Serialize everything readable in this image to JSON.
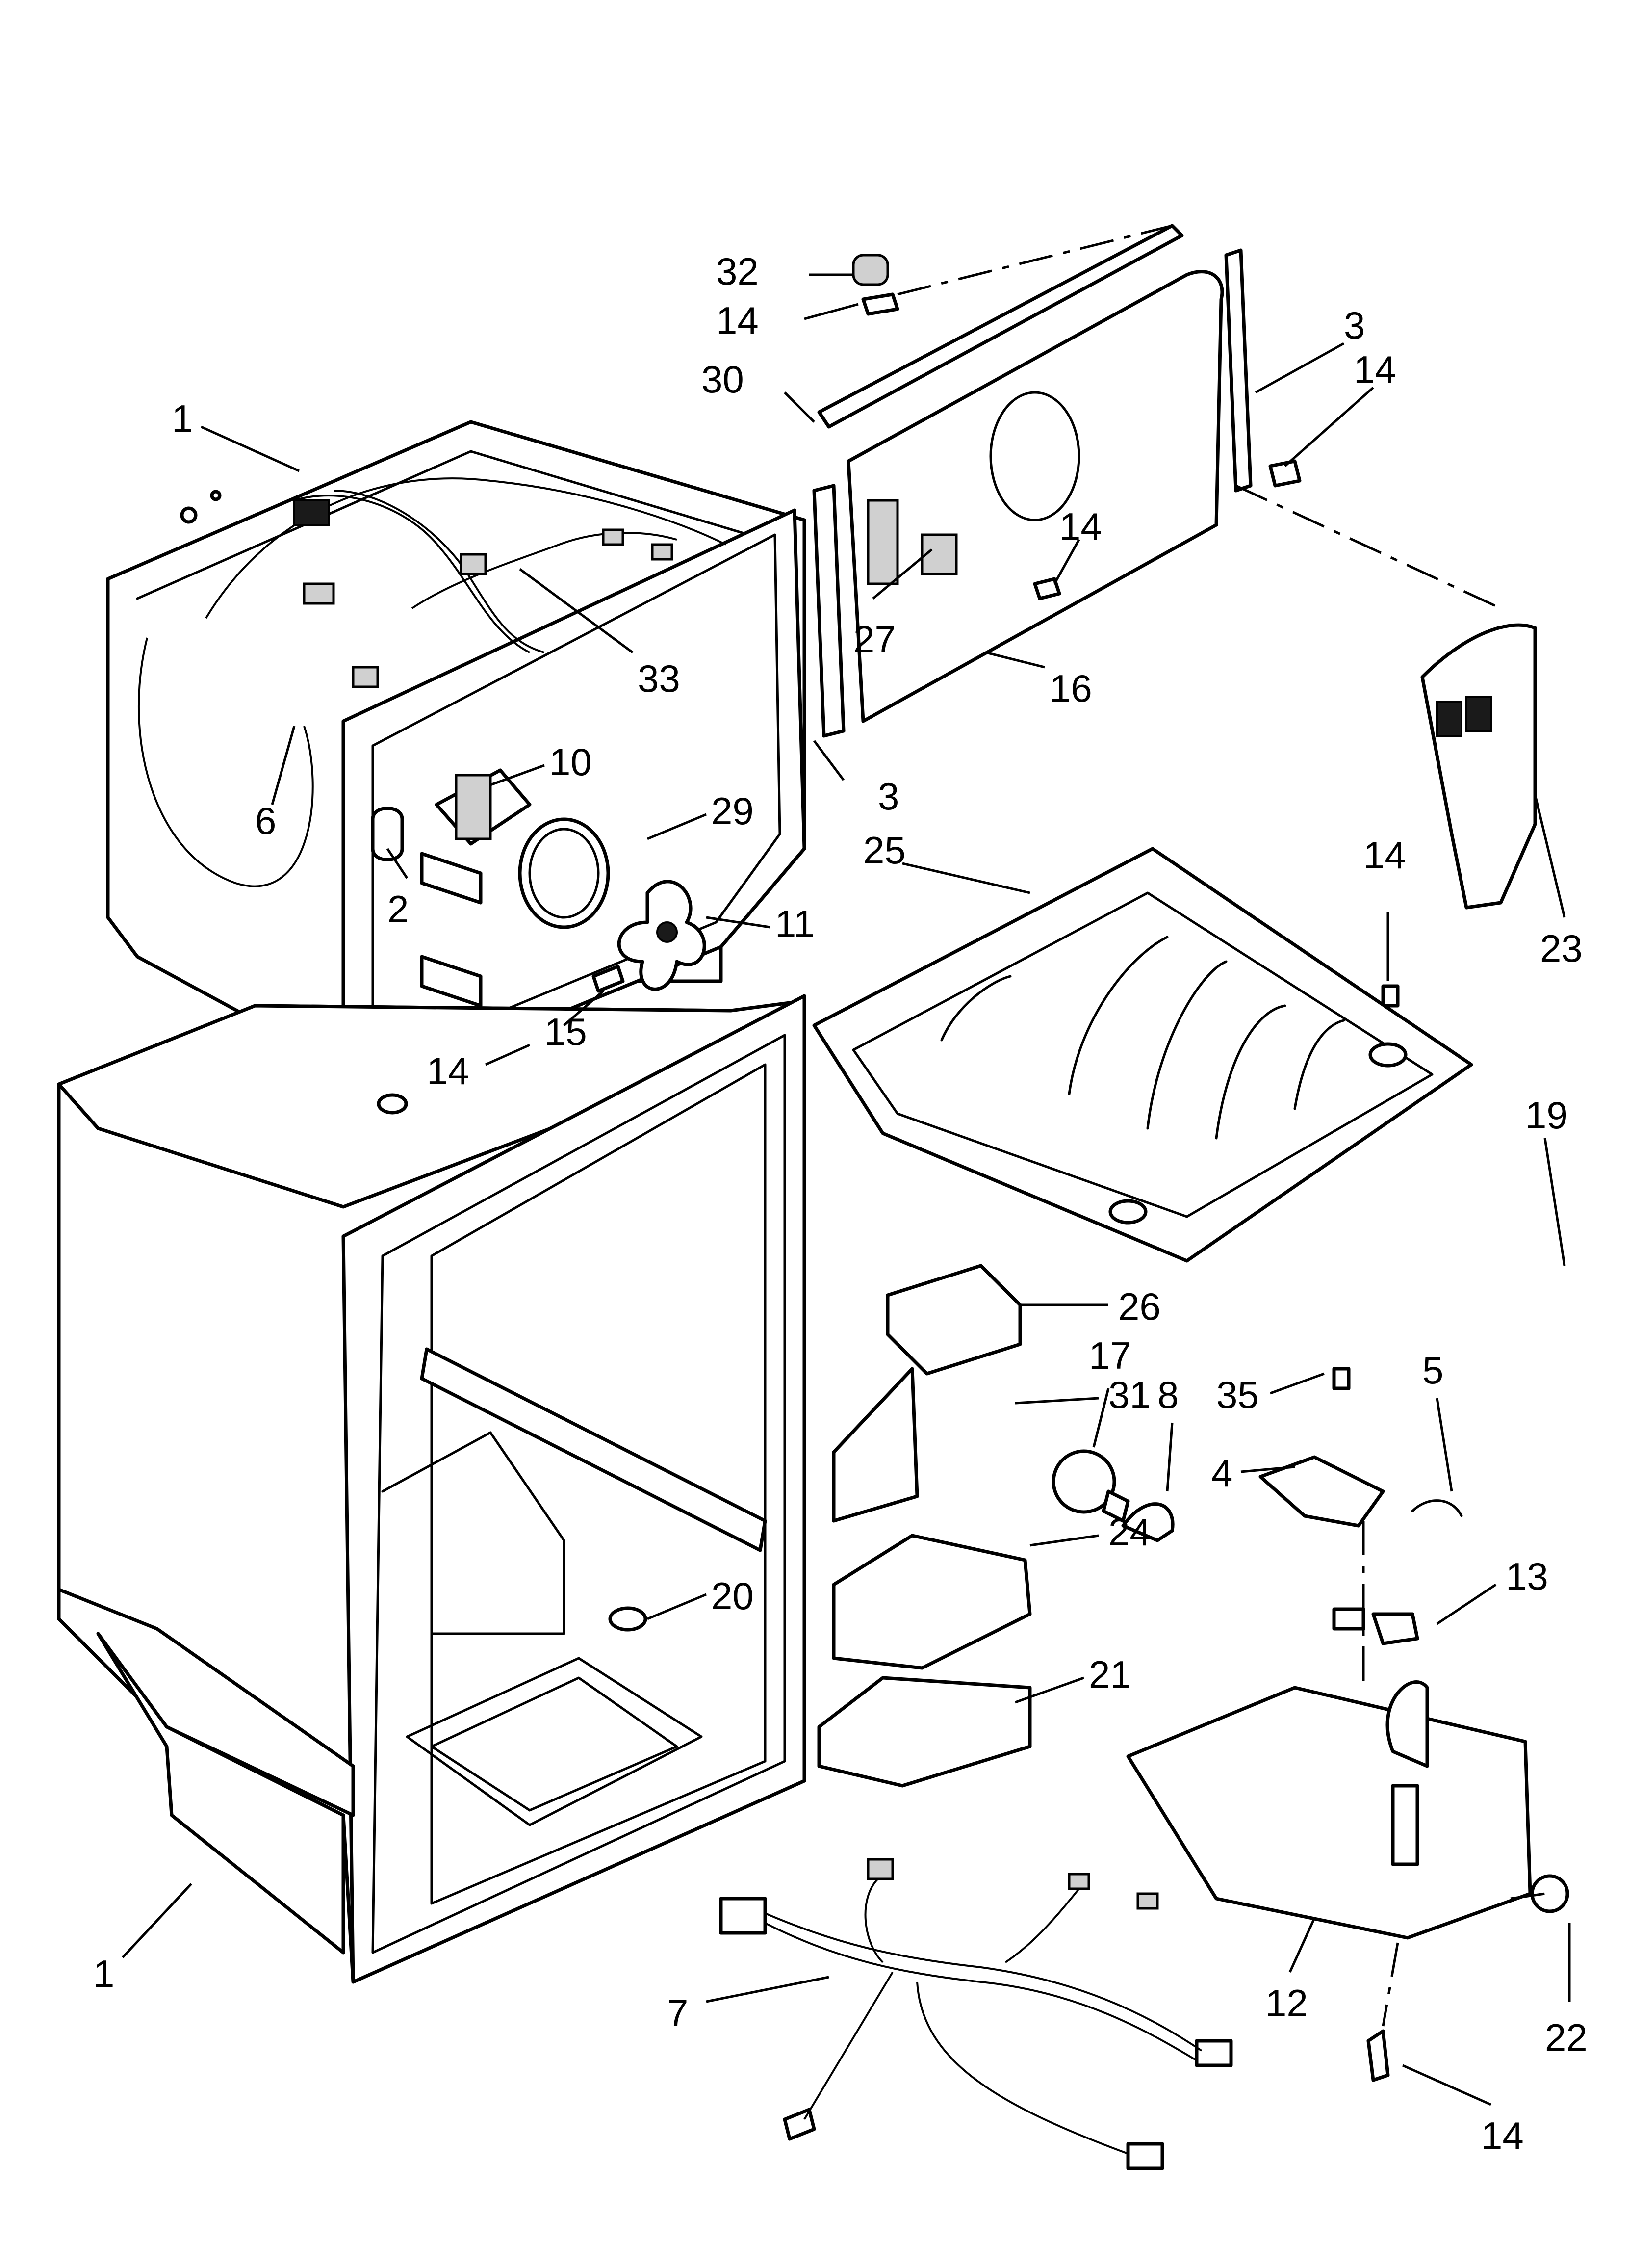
{
  "callouts": [
    {
      "id": "c32",
      "label": "32"
    },
    {
      "id": "c14a",
      "label": "14"
    },
    {
      "id": "c30",
      "label": "30"
    },
    {
      "id": "c3a",
      "label": "3"
    },
    {
      "id": "c14b",
      "label": "14"
    },
    {
      "id": "c1a",
      "label": "1"
    },
    {
      "id": "c14c",
      "label": "14"
    },
    {
      "id": "c27",
      "label": "27"
    },
    {
      "id": "c16",
      "label": "16"
    },
    {
      "id": "c33",
      "label": "33"
    },
    {
      "id": "c6",
      "label": "6"
    },
    {
      "id": "c10",
      "label": "10"
    },
    {
      "id": "c29",
      "label": "29"
    },
    {
      "id": "c2",
      "label": "2"
    },
    {
      "id": "c11",
      "label": "11"
    },
    {
      "id": "c15",
      "label": "15"
    },
    {
      "id": "c14d",
      "label": "14"
    },
    {
      "id": "c3b",
      "label": "3"
    },
    {
      "id": "c25",
      "label": "25"
    },
    {
      "id": "c23",
      "label": "23"
    },
    {
      "id": "c14e",
      "label": "14"
    },
    {
      "id": "c19",
      "label": "19"
    },
    {
      "id": "c26",
      "label": "26"
    },
    {
      "id": "c31",
      "label": "31"
    },
    {
      "id": "c17",
      "label": "17"
    },
    {
      "id": "c8",
      "label": "8"
    },
    {
      "id": "c35",
      "label": "35"
    },
    {
      "id": "c5",
      "label": "5"
    },
    {
      "id": "c4",
      "label": "4"
    },
    {
      "id": "c24",
      "label": "24"
    },
    {
      "id": "c13",
      "label": "13"
    },
    {
      "id": "c20",
      "label": "20"
    },
    {
      "id": "c21",
      "label": "21"
    },
    {
      "id": "c1b",
      "label": "1"
    },
    {
      "id": "c7",
      "label": "7"
    },
    {
      "id": "c12",
      "label": "12"
    },
    {
      "id": "c22",
      "label": "22"
    },
    {
      "id": "c14f",
      "label": "14"
    }
  ]
}
